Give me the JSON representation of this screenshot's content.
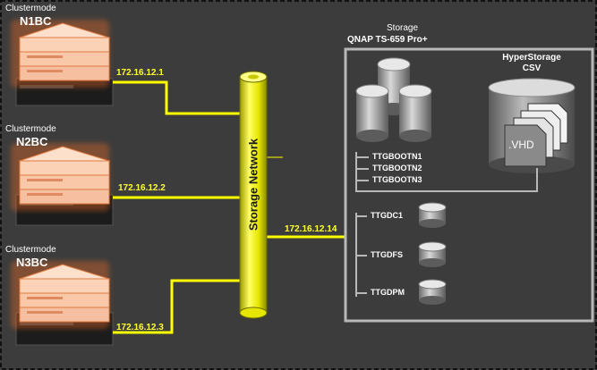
{
  "nodes": [
    {
      "role": "Clustermode",
      "name": "N1BC",
      "ip": "172.16.12.1"
    },
    {
      "role": "Clustermode",
      "name": "N2BC",
      "ip": "172.16.12.2"
    },
    {
      "role": "Clustermode",
      "name": "N3BC",
      "ip": "172.16.12.3"
    }
  ],
  "network": {
    "label": "Storage Network",
    "storage_ip": "172.16.12.14"
  },
  "storage": {
    "heading": "Storage",
    "model": "QNAP TS-659 Pro+",
    "boot_volumes": [
      "TTGBOOTN1",
      "TTGBOOTN2",
      "TTGBOOTN3"
    ],
    "hyperstorage_title": "HyperStorage",
    "hyperstorage_subtitle": "CSV",
    "file_label": ".VHD",
    "disk_volumes": [
      "TTGDC1",
      "TTGDFS",
      "TTGDPM"
    ]
  },
  "colors": {
    "background": "#3c3c3c",
    "link": "#ffff00",
    "server": "#f0a070",
    "text": "#ffffff"
  }
}
